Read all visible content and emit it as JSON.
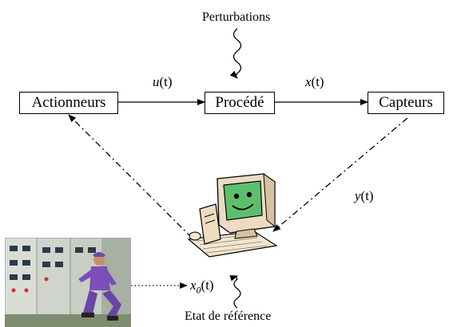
{
  "diagram": {
    "disturbance_label": "Perturbations",
    "reference_label": "Etat de référence",
    "blocks": {
      "actuators": "Actionneurs",
      "process": "Procédé",
      "sensors": "Capteurs"
    },
    "signals": {
      "control": {
        "name": "u",
        "arg": "(t)"
      },
      "state": {
        "name": "x",
        "arg": "(t)"
      },
      "measure": {
        "name": "y",
        "arg": "(t)"
      },
      "reference": {
        "name": "x",
        "sub": "0",
        "arg": "(t)"
      }
    },
    "images": {
      "computer": "cartoon-computer-icon",
      "operator": "operator-at-control-panel-photo"
    }
  }
}
